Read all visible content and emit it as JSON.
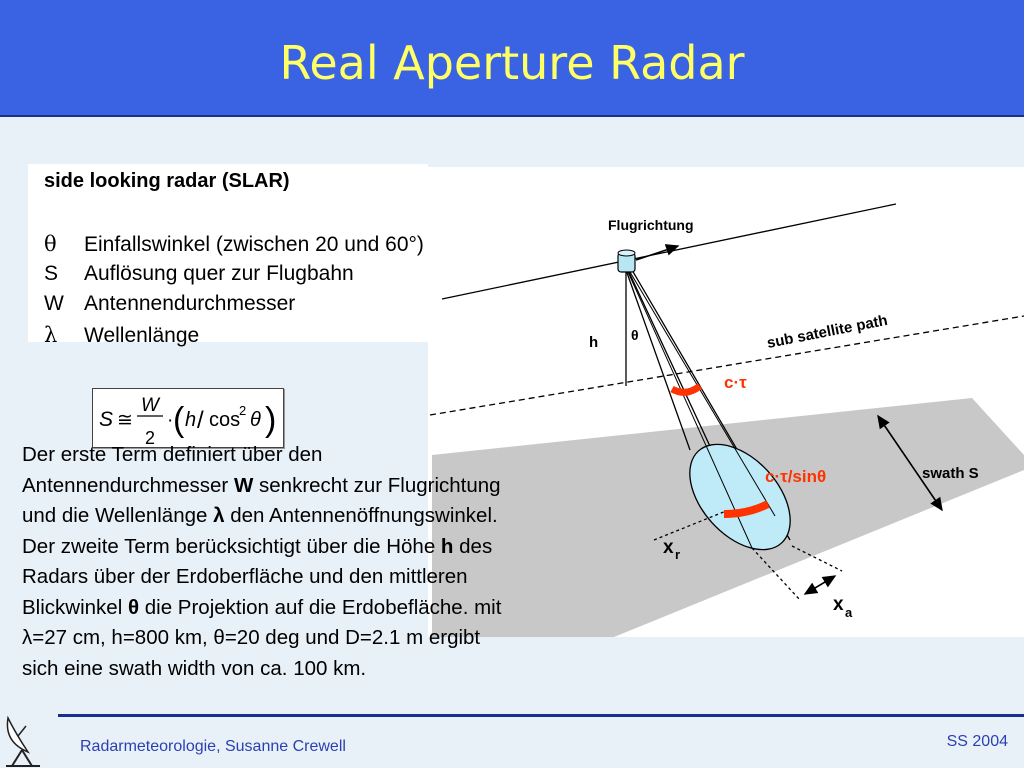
{
  "header": {
    "title": "Real Aperture Radar"
  },
  "left": {
    "heading": "side looking radar (SLAR)",
    "definitions": [
      {
        "symbol": "θ",
        "text": "Einfallswinkel (zwischen 20 und 60°)"
      },
      {
        "symbol": "S",
        "text": "Auflösung quer zur Flugbahn"
      },
      {
        "symbol": "W",
        "text": "Antennendurchmesser"
      },
      {
        "symbol": "λ",
        "text": "Wellenlänge"
      }
    ],
    "paragraph": {
      "p1": "Der erste Term definiert über den Antennendurchmesser ",
      "b1": "W",
      "p2": " senkrecht zur Flugrichtung und die Wellenlänge ",
      "b2": "λ",
      "p3": " den Antennenöffnungswinkel. Der zweite Term berücksichtigt über die Höhe ",
      "b3": "h",
      "p4": " des Radars über der Erdoberfläche und den mittleren Blickwinkel ",
      "b4": "θ",
      "p5": " die Projektion auf die Erdobefläche. mit λ=27 cm, h=800 km, θ=20 deg und D=2.1 m ergibt sich eine swath width von ca. 100 km."
    }
  },
  "formula": {
    "lhs": "S",
    "approx": "≅",
    "numerator": "W",
    "denominator": "2",
    "dot": "·",
    "paren_open": "(",
    "h": "h",
    "slash": "/",
    "cos": "cos",
    "sup": "2",
    "theta": "θ",
    "paren_close": ")"
  },
  "diagram": {
    "flight_direction": "Flugrichtung",
    "sub_satellite_path": "sub satellite path",
    "h_label": "h",
    "theta_label": "θ",
    "ctau": "c·τ",
    "ctau_sin": "c·τ/sinθ",
    "swath": "swath S",
    "xr_main": "x",
    "xr_sub": "r",
    "xa_main": "x",
    "xa_sub": "a",
    "colors": {
      "ground": "#c8c8c8",
      "footprint": "#bfeaf8",
      "accent": "#ff3300"
    }
  },
  "footer": {
    "left": "Radarmeteorologie, Susanne Crewell",
    "right": "SS 2004"
  }
}
